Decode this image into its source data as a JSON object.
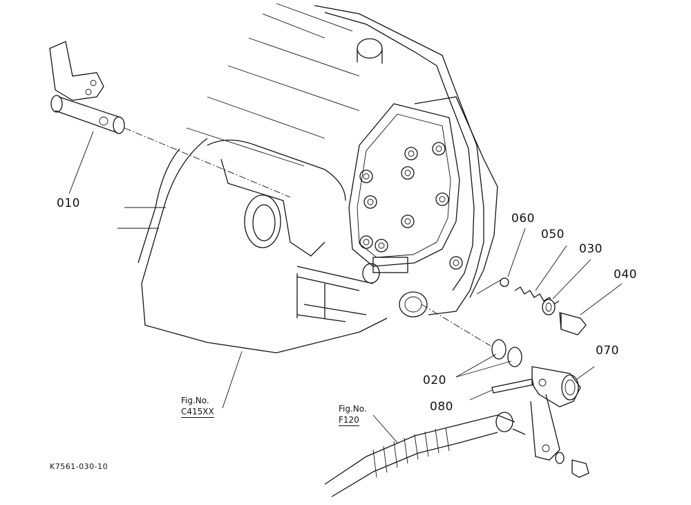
{
  "parts": [
    {
      "id": "010"
    },
    {
      "id": "020"
    },
    {
      "id": "030"
    },
    {
      "id": "040"
    },
    {
      "id": "050"
    },
    {
      "id": "060"
    },
    {
      "id": "070"
    },
    {
      "id": "080"
    }
  ],
  "references": [
    {
      "caption": "Fig.No.",
      "number": "C415XX"
    },
    {
      "caption": "Fig.No.",
      "number": "F120"
    }
  ],
  "drawing_code": "K7561-030-10"
}
